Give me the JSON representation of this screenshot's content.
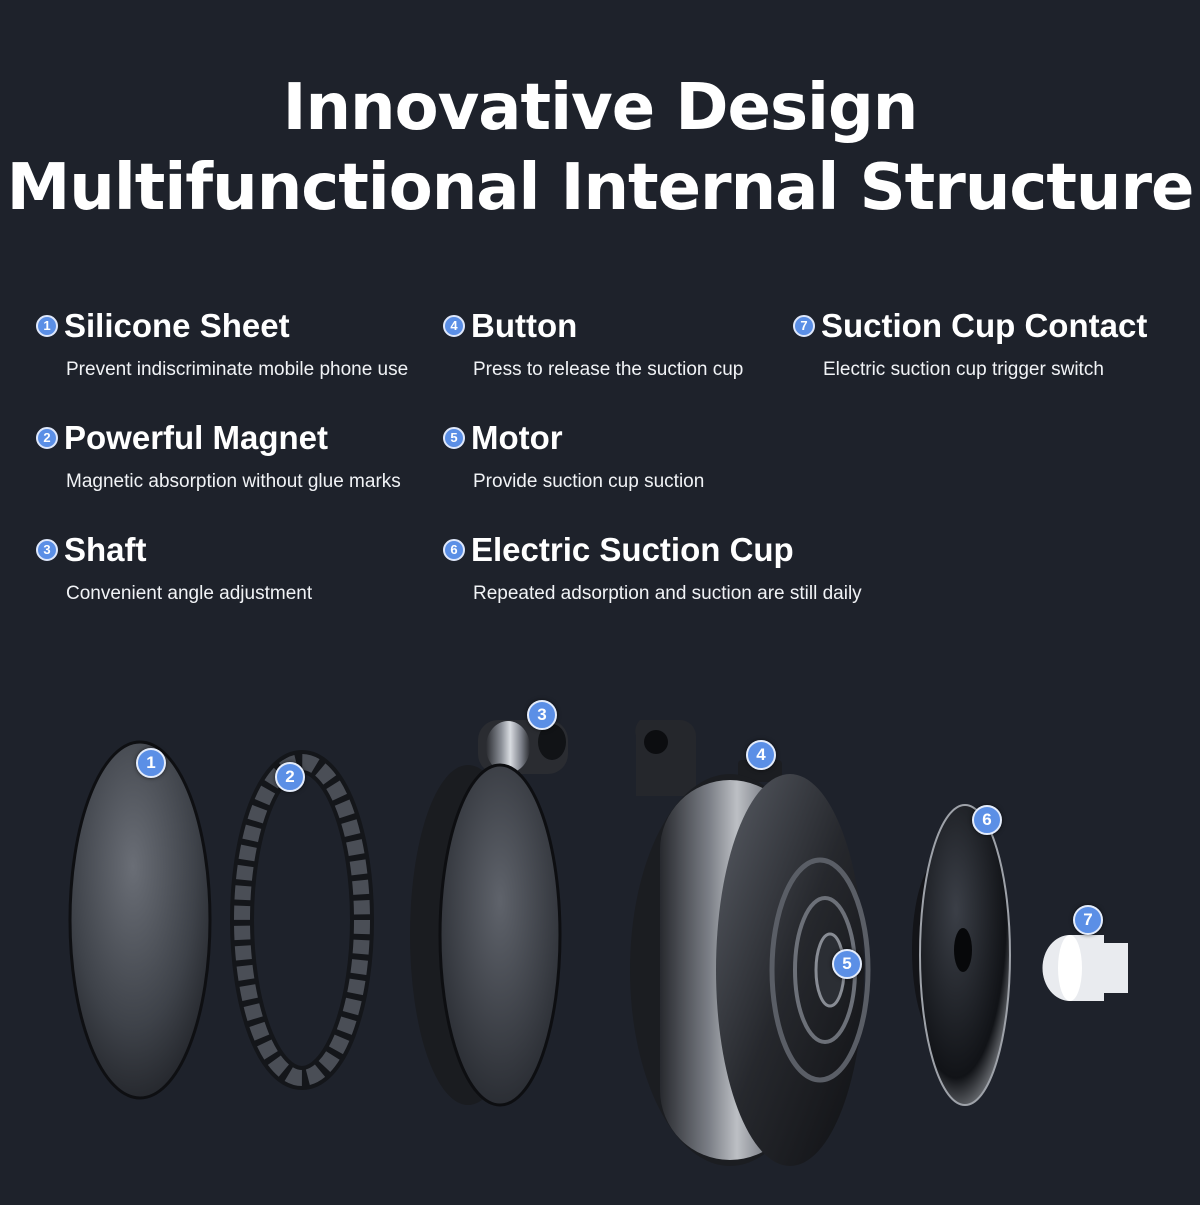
{
  "header": {
    "line1": "Innovative Design",
    "line2": "Multifunctional Internal Structure"
  },
  "features": [
    {
      "num": "1",
      "title": "Silicone Sheet",
      "desc": "Prevent indiscriminate mobile phone use"
    },
    {
      "num": "2",
      "title": "Powerful Magnet",
      "desc": "Magnetic absorption without glue marks"
    },
    {
      "num": "3",
      "title": "Shaft",
      "desc": "Convenient angle adjustment"
    },
    {
      "num": "4",
      "title": "Button",
      "desc": "Press to release the suction cup"
    },
    {
      "num": "5",
      "title": "Motor",
      "desc": "Provide suction cup suction"
    },
    {
      "num": "6",
      "title": "Electric Suction Cup",
      "desc": "Repeated adsorption and suction are still daily"
    },
    {
      "num": "7",
      "title": "Suction Cup Contact",
      "desc": "Electric suction cup trigger switch"
    }
  ],
  "callouts": [
    "1",
    "2",
    "3",
    "4",
    "5",
    "6",
    "7"
  ],
  "colors": {
    "background": "#1e222b",
    "accent": "#5b8fe6",
    "text": "#ffffff"
  }
}
